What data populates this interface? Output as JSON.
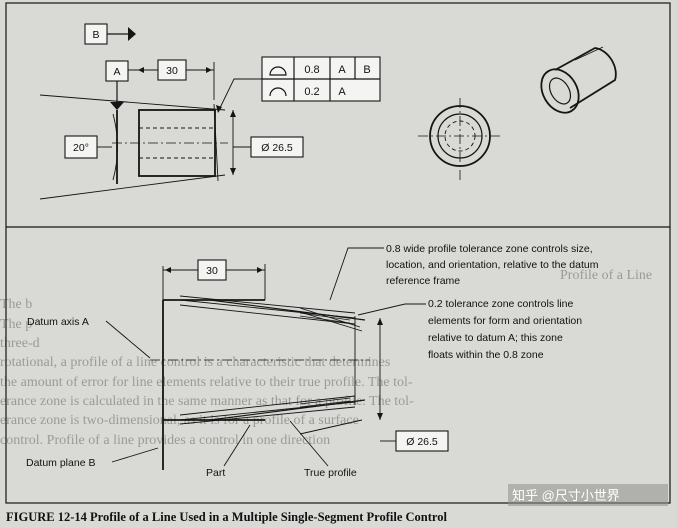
{
  "top_view": {
    "datum_b": "B",
    "datum_a": "A",
    "dim_30": "30",
    "angle": "20°",
    "diameter": "Ø 26.5",
    "fcf_row1": {
      "value": "0.8",
      "ref1": "A",
      "ref2": "B"
    },
    "fcf_row2": {
      "value": "0.2",
      "ref1": "A"
    }
  },
  "bottom_view": {
    "dim_30": "30",
    "diameter": "Ø 26.5",
    "datum_axis": "Datum axis A",
    "datum_plane": "Datum plane B",
    "part": "Part",
    "true_profile": "True profile",
    "note1": [
      "0.8 wide profile tolerance zone controls size,",
      "location, and orientation, relative to the datum",
      "reference frame"
    ],
    "note2": [
      "0.2 tolerance zone controls line",
      "elements for form and orientation",
      "relative to datum A; this zone",
      "floats within the 0.8 zone"
    ]
  },
  "background_fragments": [
    "Profile of a Line",
    "The b",
    "The p",
    "three-d",
    "rotational, a profile of a line control is a characteristic that determines",
    "the amount of error for line elements relative to their true profile. The tol-",
    "erance zone is calculated in the same manner as that for a profile. The tol-",
    "erance zone is two-dimensional, as it is for a profile of a surface",
    "control. Profile of a line provides a control in one direction"
  ],
  "watermark": "知乎 @尺寸小世界",
  "caption": "FIGURE 12-14  Profile of a Line Used in a Multiple Single-Segment Profile Control"
}
